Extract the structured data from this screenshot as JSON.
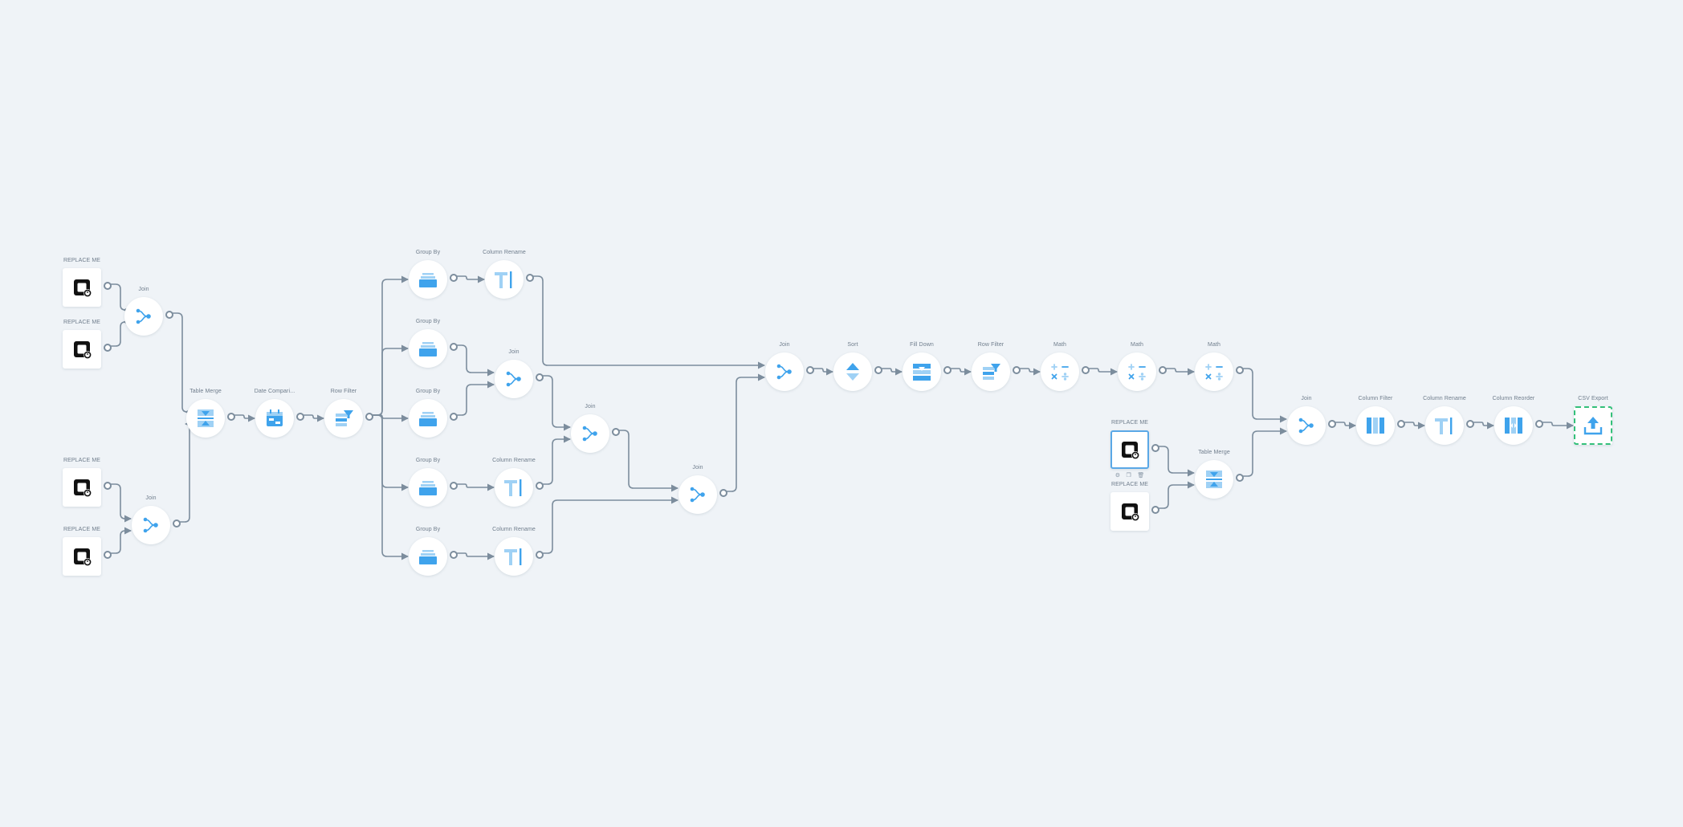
{
  "colors": {
    "edge": "#7c8d9d",
    "accent_blue": "#3fa3ec",
    "light_blue": "#9fd1f5",
    "label_grey": "#6f7d8c",
    "export_border": "#34c07a",
    "selected_border": "#5aa8e6",
    "background": "#eff3f7"
  },
  "nodes": [
    {
      "id": "n1",
      "label": "REPLACE ME",
      "icon": "replace-me-icon",
      "shape": "square"
    },
    {
      "id": "n2",
      "label": "REPLACE ME",
      "icon": "replace-me-icon",
      "shape": "square"
    },
    {
      "id": "n3",
      "label": "Join",
      "icon": "join-icon",
      "shape": "circle"
    },
    {
      "id": "n4",
      "label": "REPLACE ME",
      "icon": "replace-me-icon",
      "shape": "square"
    },
    {
      "id": "n5",
      "label": "REPLACE ME",
      "icon": "replace-me-icon",
      "shape": "square"
    },
    {
      "id": "n6",
      "label": "Join",
      "icon": "join-icon",
      "shape": "circle"
    },
    {
      "id": "n7",
      "label": "Table Merge",
      "icon": "table-merge-icon",
      "shape": "circle"
    },
    {
      "id": "n8",
      "label": "Date Compari...",
      "icon": "date-compare-icon",
      "shape": "circle"
    },
    {
      "id": "n9",
      "label": "Row Filter",
      "icon": "row-filter-icon",
      "shape": "circle"
    },
    {
      "id": "n10",
      "label": "Group By",
      "icon": "group-by-icon",
      "shape": "circle"
    },
    {
      "id": "n11",
      "label": "Column Rename",
      "icon": "column-rename-icon",
      "shape": "circle"
    },
    {
      "id": "n12",
      "label": "Group By",
      "icon": "group-by-icon",
      "shape": "circle"
    },
    {
      "id": "n13",
      "label": "Group By",
      "icon": "group-by-icon",
      "shape": "circle"
    },
    {
      "id": "n14",
      "label": "Join",
      "icon": "join-icon",
      "shape": "circle"
    },
    {
      "id": "n15",
      "label": "Group By",
      "icon": "group-by-icon",
      "shape": "circle"
    },
    {
      "id": "n16",
      "label": "Column Rename",
      "icon": "column-rename-icon",
      "shape": "circle"
    },
    {
      "id": "n17",
      "label": "Join",
      "icon": "join-icon",
      "shape": "circle"
    },
    {
      "id": "n18",
      "label": "Group By",
      "icon": "group-by-icon",
      "shape": "circle"
    },
    {
      "id": "n19",
      "label": "Column Rename",
      "icon": "column-rename-icon",
      "shape": "circle"
    },
    {
      "id": "n20",
      "label": "Join",
      "icon": "join-icon",
      "shape": "circle"
    },
    {
      "id": "n21",
      "label": "Join",
      "icon": "join-icon",
      "shape": "circle"
    },
    {
      "id": "n22",
      "label": "Sort",
      "icon": "sort-icon",
      "shape": "circle"
    },
    {
      "id": "n23",
      "label": "Fill Down",
      "icon": "fill-down-icon",
      "shape": "circle"
    },
    {
      "id": "n24",
      "label": "Row Filter",
      "icon": "row-filter-icon",
      "shape": "circle"
    },
    {
      "id": "n25",
      "label": "Math",
      "icon": "math-icon",
      "shape": "circle"
    },
    {
      "id": "n26",
      "label": "Math",
      "icon": "math-icon",
      "shape": "circle"
    },
    {
      "id": "n27",
      "label": "Math",
      "icon": "math-icon",
      "shape": "circle"
    },
    {
      "id": "n28",
      "label": "REPLACE ME",
      "icon": "replace-me-icon",
      "shape": "square",
      "selected": true
    },
    {
      "id": "n29",
      "label": "REPLACE ME",
      "icon": "replace-me-icon",
      "shape": "square"
    },
    {
      "id": "n30",
      "label": "Table Merge",
      "icon": "table-merge-icon",
      "shape": "circle"
    },
    {
      "id": "n31",
      "label": "Join",
      "icon": "join-icon",
      "shape": "circle"
    },
    {
      "id": "n32",
      "label": "Column Filter",
      "icon": "column-filter-icon",
      "shape": "circle"
    },
    {
      "id": "n33",
      "label": "Column Rename",
      "icon": "column-rename-icon",
      "shape": "circle"
    },
    {
      "id": "n34",
      "label": "Column Reorder",
      "icon": "column-reorder-icon",
      "shape": "circle"
    },
    {
      "id": "n35",
      "label": "CSV Export",
      "icon": "csv-export-icon",
      "shape": "dashed"
    }
  ],
  "edges": [
    [
      "n1",
      "n3",
      0
    ],
    [
      "n2",
      "n3",
      1
    ],
    [
      "n4",
      "n6",
      0
    ],
    [
      "n5",
      "n6",
      1
    ],
    [
      "n3",
      "n7",
      0
    ],
    [
      "n6",
      "n7",
      1
    ],
    [
      "n7",
      "n8",
      0
    ],
    [
      "n8",
      "n9",
      0
    ],
    [
      "n9",
      "n10",
      0
    ],
    [
      "n9",
      "n12",
      0
    ],
    [
      "n9",
      "n13",
      0
    ],
    [
      "n9",
      "n15",
      0
    ],
    [
      "n9",
      "n18",
      0
    ],
    [
      "n10",
      "n11",
      0
    ],
    [
      "n12",
      "n14",
      0
    ],
    [
      "n13",
      "n14",
      1
    ],
    [
      "n15",
      "n16",
      0
    ],
    [
      "n14",
      "n17",
      0
    ],
    [
      "n16",
      "n17",
      1
    ],
    [
      "n18",
      "n19",
      0
    ],
    [
      "n17",
      "n20",
      0
    ],
    [
      "n19",
      "n20",
      1
    ],
    [
      "n11",
      "n21",
      0
    ],
    [
      "n20",
      "n21",
      1
    ],
    [
      "n21",
      "n22",
      0
    ],
    [
      "n22",
      "n23",
      0
    ],
    [
      "n23",
      "n24",
      0
    ],
    [
      "n24",
      "n25",
      0
    ],
    [
      "n25",
      "n26",
      0
    ],
    [
      "n26",
      "n27",
      0
    ],
    [
      "n28",
      "n30",
      0
    ],
    [
      "n29",
      "n30",
      1
    ],
    [
      "n27",
      "n31",
      0
    ],
    [
      "n30",
      "n31",
      1
    ],
    [
      "n31",
      "n32",
      0
    ],
    [
      "n32",
      "n33",
      0
    ],
    [
      "n33",
      "n34",
      0
    ],
    [
      "n34",
      "n35",
      0
    ]
  ],
  "node_toolbar": {
    "settings_icon": "gear-icon",
    "copy_icon": "copy-icon",
    "delete_icon": "trash-icon"
  }
}
